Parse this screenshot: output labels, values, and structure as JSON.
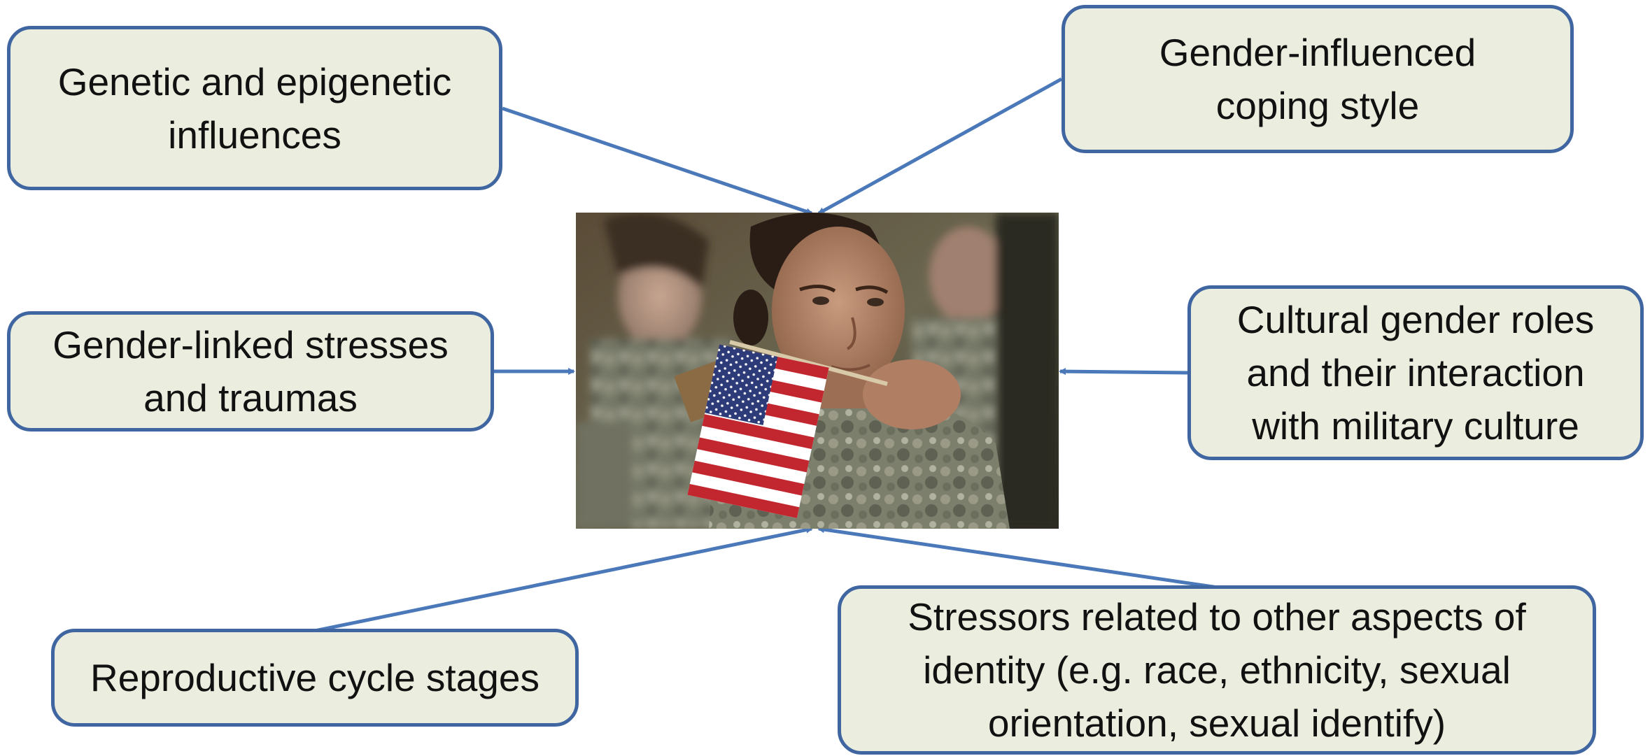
{
  "diagram": {
    "factors": {
      "genetic": "Genetic and epigenetic\ninfluences",
      "coping": "Gender-influenced\ncoping style",
      "stresses": "Gender-linked stresses\nand traumas",
      "cultural": "Cultural gender roles\nand their interaction\nwith military culture",
      "reproductive": "Reproductive cycle stages",
      "identity": "Stressors related to other aspects of\nidentity (e.g. race, ethnicity, sexual\norientation, sexual identify)"
    },
    "colors": {
      "box_fill": "#ebeedf",
      "box_border": "#3f66a0",
      "connector": "#4a78b8"
    },
    "center_image": "photo of a female soldier in camouflage uniform holding a small American flag"
  }
}
